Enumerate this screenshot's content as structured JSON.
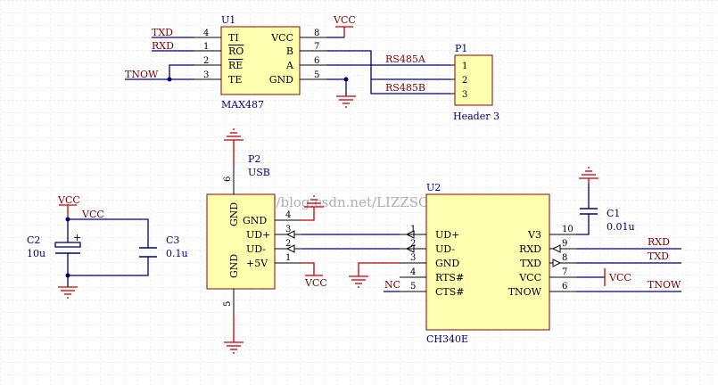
{
  "u1": {
    "designator": "U1",
    "part": "MAX487",
    "pins_left": [
      {
        "num": "4",
        "name": "TI"
      },
      {
        "num": "1",
        "name": "RO"
      },
      {
        "num": "2",
        "name": "RE"
      },
      {
        "num": "3",
        "name": "TE"
      }
    ],
    "pins_right": [
      {
        "num": "8",
        "name": "VCC"
      },
      {
        "num": "7",
        "name": "B"
      },
      {
        "num": "6",
        "name": "A"
      },
      {
        "num": "5",
        "name": "GND"
      }
    ]
  },
  "p1": {
    "designator": "P1",
    "part": "Header 3",
    "pins": [
      "1",
      "2",
      "3"
    ]
  },
  "p2": {
    "designator": "P2",
    "part": "USB",
    "gnd_top": "GND",
    "gnd_bottom": "GND",
    "pin_top_num": "6",
    "pin_bottom_num": "5",
    "pins": [
      {
        "num": "4",
        "name": "GND"
      },
      {
        "num": "3",
        "name": "UD+"
      },
      {
        "num": "2",
        "name": "UD-"
      },
      {
        "num": "1",
        "name": "+5V"
      }
    ]
  },
  "u2": {
    "designator": "U2",
    "part": "CH340E",
    "pins_left": [
      {
        "num": "1",
        "name": "UD+"
      },
      {
        "num": "2",
        "name": "UD-"
      },
      {
        "num": "3",
        "name": "GND"
      },
      {
        "num": "4",
        "name": "RTS#"
      },
      {
        "num": "5",
        "name": "CTS#"
      }
    ],
    "pins_right": [
      {
        "num": "10",
        "name": "V3"
      },
      {
        "num": "9",
        "name": "RXD"
      },
      {
        "num": "8",
        "name": "TXD"
      },
      {
        "num": "7",
        "name": "VCC"
      },
      {
        "num": "6",
        "name": "TNOW"
      }
    ]
  },
  "c1": {
    "designator": "C1",
    "value": "0.01u"
  },
  "c2": {
    "designator": "C2",
    "value": "10u"
  },
  "c3": {
    "designator": "C3",
    "value": "0.1u"
  },
  "nets": {
    "txd": "TXD",
    "rxd": "RXD",
    "tnow": "TNOW",
    "vcc": "VCC",
    "rs485a": "RS485A",
    "rs485b": "RS485B",
    "nc": "NC"
  },
  "watermark": "http://blog.csdn.net/LIZZSOLDIER",
  "colors": {
    "component_fill": "#ffffb0",
    "component_border": "#8b0000",
    "wire": "#000080",
    "net_label": "#800000",
    "power_symbol": "#c00000",
    "grid_line": "#c8c8c8"
  }
}
